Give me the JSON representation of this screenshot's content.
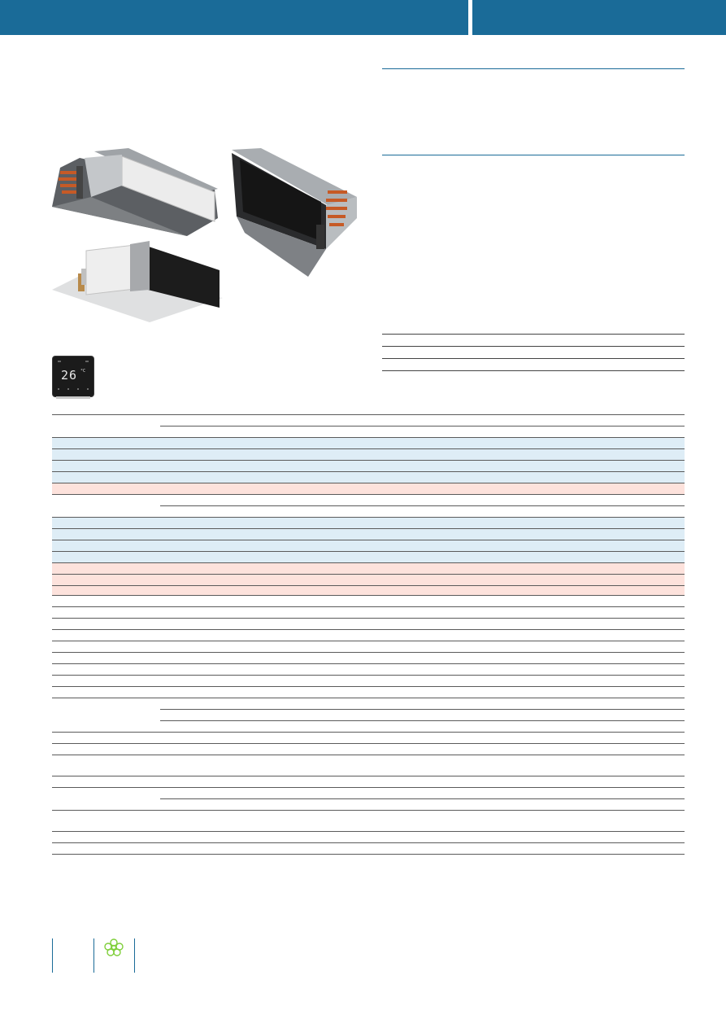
{
  "header": {
    "left_bar_color": "#1a6b98",
    "right_bar_color": "#1a6b98"
  },
  "products": {
    "ceiling_unit": "ducted-fan-coil-unit-image",
    "floor_unit": "floor-fan-coil-unit-image",
    "cassette_unit": "concealed-fan-coil-unit-image"
  },
  "thermostat": {
    "display": "26"
  },
  "colors": {
    "accent": "#1a6b98",
    "cooling_row": "#deedf6",
    "heating_row": "#fde2dc",
    "eco_green": "#7fcf3a"
  },
  "spec_table": {
    "rows": [
      {
        "label": "",
        "value": ""
      }
    ]
  },
  "footer": {
    "page_number": "",
    "brand": ""
  }
}
